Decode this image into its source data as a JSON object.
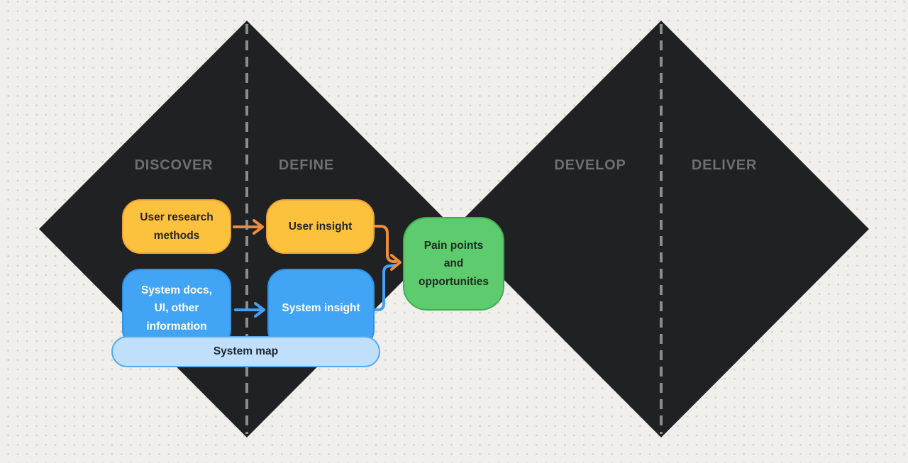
{
  "phases": [
    {
      "label": "DISCOVER"
    },
    {
      "label": "DEFINE"
    },
    {
      "label": "DEVELOP"
    },
    {
      "label": "DELIVER"
    }
  ],
  "nodes": {
    "user_research": {
      "label": "User research\nmethods",
      "fill": "#fcc23e"
    },
    "user_insight": {
      "label": "User insight",
      "fill": "#fcc23e"
    },
    "system_docs": {
      "label": "System docs,\nUI, other\ninformation",
      "fill": "#41a4f4"
    },
    "system_insight": {
      "label": "System insight",
      "fill": "#41a4f4"
    },
    "system_map": {
      "label": "System map",
      "fill": "#bfdffb"
    },
    "pain_points": {
      "label": "Pain points\nand\nopportunities",
      "fill": "#5ecb6e"
    }
  },
  "connections": [
    {
      "from": "user_research",
      "to": "user_insight",
      "color": "#ee8c39"
    },
    {
      "from": "system_docs",
      "to": "system_insight",
      "color": "#47a0ef"
    },
    {
      "from": "user_insight",
      "to": "pain_points",
      "color": "#ee8c39"
    },
    {
      "from": "system_insight",
      "to": "pain_points",
      "color": "#47a0ef"
    }
  ],
  "colors": {
    "background": "#f0efec",
    "dot_grid": "#d5d3d0",
    "diamond": "#1f2122",
    "phase_label": "#6f6f70",
    "dashed_divider": "#8c8c8c",
    "orange_arrow": "#ee8c39",
    "blue_arrow": "#47a0ef"
  }
}
